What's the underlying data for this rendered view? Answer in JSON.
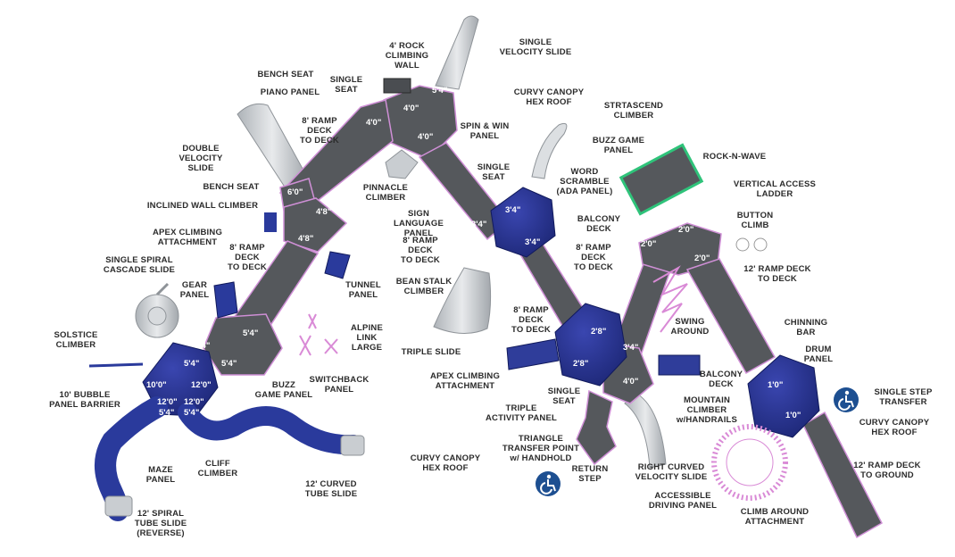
{
  "colors": {
    "deck": "#55585c",
    "deck_edge": "#cf8fd6",
    "roof": "#25318f",
    "roof_dark": "#1a2470",
    "slide": "#c9cdd1",
    "tube": "#2a3a9c",
    "climber": "#2f3d9a",
    "accent_green": "#2fc37a",
    "ada_blue": "#1d4f91",
    "label": "#2b2b2b"
  },
  "labels": {
    "rock_wall": "4' ROCK\nCLIMBING WALL",
    "single_velocity_slide": "SINGLE\nVELOCITY SLIDE",
    "bench_seat_top": "BENCH SEAT",
    "single_seat_top": "SINGLE\nSEAT",
    "piano_panel": "PIANO PANEL",
    "curvy_canopy_top": "CURVY CANOPY\nHEX ROOF",
    "strtascend": "STRTASCEND\nCLIMBER",
    "ramp_deck_1": "8' RAMP\nDECK\nTO DECK",
    "spin_win": "SPIN & WIN\nPANEL",
    "buzz_game_top": "BUZZ GAME\nPANEL",
    "double_velocity": "DOUBLE\nVELOCITY SLIDE",
    "single_seat_mid": "SINGLE\nSEAT",
    "word_scramble": "WORD\nSCRAMBLE\n(ADA PANEL)",
    "rock_n_wave": "ROCK-N-WAVE",
    "bench_seat_mid": "BENCH SEAT",
    "pinnacle": "PINNACLE\nCLIMBER",
    "vertical_ladder": "VERTICAL ACCESS\nLADDER",
    "inclined_wall": "INCLINED WALL CLIMBER",
    "sign_language": "SIGN LANGUAGE\nPANEL",
    "balcony_deck_1": "BALCONY\nDECK",
    "button_climb": "BUTTON\nCLIMB",
    "apex_attach_1": "APEX CLIMBING\nATTACHMENT",
    "ramp_deck_2": "8' RAMP\nDECK\nTO DECK",
    "ramp_deck_3": "8' RAMP\nDECK\nTO DECK",
    "ramp_deck_4": "8' RAMP\nDECK\nTO DECK",
    "ramp_12_deck": "12' RAMP DECK\nTO DECK",
    "spiral_cascade": "SINGLE SPIRAL\nCASCADE SLIDE",
    "tunnel_panel": "TUNNEL\nPANEL",
    "bean_stalk": "BEAN STALK\nCLIMBER",
    "gear_panel": "GEAR\nPANEL",
    "alpine_link": "ALPINE\nLINK\nLARGE",
    "ramp_deck_5": "8' RAMP\nDECK\nTO DECK",
    "swing_around": "SWING\nAROUND",
    "chinning_bar": "CHINNING\nBAR",
    "solstice": "SOLSTICE\nCLIMBER",
    "triple_slide": "TRIPLE SLIDE",
    "drum_panel": "DRUM\nPANEL",
    "switchback": "SWITCHBACK\nPANEL",
    "apex_attach_2": "APEX CLIMBING\nATTACHMENT",
    "balcony_deck_2": "BALCONY\nDECK",
    "buzz_game_mid": "BUZZ\nGAME PANEL",
    "single_seat_low": "SINGLE\nSEAT",
    "single_step": "SINGLE STEP\nTRANSFER",
    "bubble_barrier": "10' BUBBLE\nPANEL BARRIER",
    "triple_activity": "TRIPLE\nACTIVITY PANEL",
    "mountain_climber": "MOUNTAIN\nCLIMBER\nw/HANDRAILS",
    "curvy_canopy_right": "CURVY CANOPY\nHEX ROOF",
    "triangle_transfer": "TRIANGLE\nTRANSFER POINT\nw/ HANDHOLD",
    "curvy_canopy_low": "CURVY CANOPY\nHEX ROOF",
    "maze_panel": "MAZE\nPANEL",
    "cliff_climber": "CLIFF\nCLIMBER",
    "return_step": "RETURN\nSTEP",
    "right_curved": "RIGHT CURVED\nVELOCITY SLIDE",
    "ramp_ground": "12' RAMP DECK\nTO GROUND",
    "tube_12": "12' CURVED\nTUBE SLIDE",
    "accessible_driving": "ACCESSIBLE\nDRIVING PANEL",
    "spiral_tube": "12' SPIRAL\nTUBE SLIDE\n(REVERSE)",
    "climb_around": "CLIMB AROUND\nATTACHMENT"
  },
  "dims": {
    "d54_top": "5'4\"",
    "d40_a": "4'0\"",
    "d40_b": "4'0\"",
    "d40_c": "4'0\"",
    "d60": "6'0\"",
    "d48_a": "4'8\"",
    "d48_b": "4'8\"",
    "d34_a": "3'4\"",
    "d34_b": "3'4\"",
    "d34_c": "3'4\"",
    "d48_c": "4'8\"",
    "d20_a": "2'0\"",
    "d20_b": "2'0\"",
    "d20_c": "2'0\"",
    "d54_a": "5'4\"",
    "d54_b": "5'4\"",
    "d54_c": "5'4\"",
    "d54_d": "5'4\"",
    "d100": "10'0\"",
    "d120_a": "12'0\"",
    "d120_b": "12'0\"",
    "d120_c": "12'0\"",
    "d54_e": "5'4\"",
    "d54_f": "5'4\"",
    "d28_a": "2'8\"",
    "d28_b": "2'8\"",
    "d34_d": "3'4\"",
    "d40_d": "4'0\"",
    "d10_a": "1'0\"",
    "d10_b": "1'0\""
  },
  "icons": [
    "wheelchair-icon",
    "wheelchair-icon"
  ]
}
